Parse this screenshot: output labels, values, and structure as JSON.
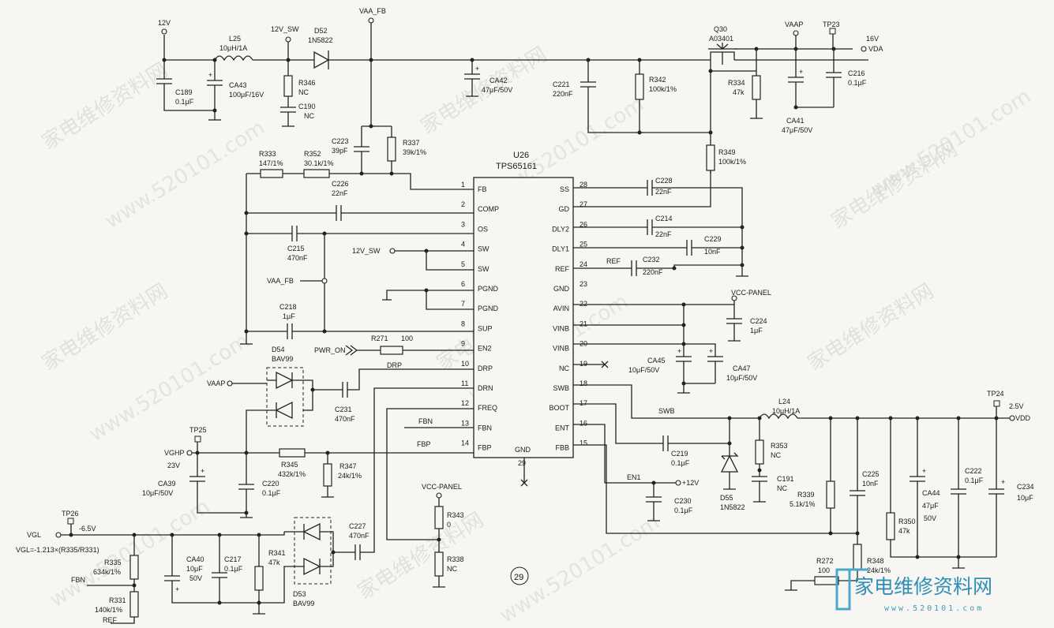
{
  "watermark": {
    "cn": "家电维修资料网",
    "url": "www.520101.com",
    "logo_cn": "家电维修资料网",
    "logo_url": "www.520101.com"
  },
  "page_number": "29",
  "ic": {
    "ref": "U26",
    "part": "TPS65161",
    "gnd_label": "GND",
    "gnd_pin": "29",
    "left_pins": [
      {
        "num": "1",
        "name": "FB"
      },
      {
        "num": "2",
        "name": "COMP"
      },
      {
        "num": "3",
        "name": "OS"
      },
      {
        "num": "4",
        "name": "SW"
      },
      {
        "num": "5",
        "name": "SW"
      },
      {
        "num": "6",
        "name": "PGND"
      },
      {
        "num": "7",
        "name": "PGND"
      },
      {
        "num": "8",
        "name": "SUP"
      },
      {
        "num": "9",
        "name": "EN2"
      },
      {
        "num": "10",
        "name": "DRP"
      },
      {
        "num": "11",
        "name": "DRN"
      },
      {
        "num": "12",
        "name": "FREQ"
      },
      {
        "num": "13",
        "name": "FBN"
      },
      {
        "num": "14",
        "name": "FBP"
      }
    ],
    "right_pins": [
      {
        "num": "28",
        "name": "SS"
      },
      {
        "num": "27",
        "name": "GD"
      },
      {
        "num": "26",
        "name": "DLY2"
      },
      {
        "num": "25",
        "name": "DLY1"
      },
      {
        "num": "24",
        "name": "REF"
      },
      {
        "num": "23",
        "name": "GND"
      },
      {
        "num": "22",
        "name": "AVIN"
      },
      {
        "num": "21",
        "name": "VINB"
      },
      {
        "num": "20",
        "name": "VINB"
      },
      {
        "num": "19",
        "name": "NC"
      },
      {
        "num": "18",
        "name": "SWB"
      },
      {
        "num": "17",
        "name": "BOOT"
      },
      {
        "num": "16",
        "name": "ENT"
      },
      {
        "num": "15",
        "name": "FBB"
      }
    ]
  },
  "nets": {
    "v12": "12V",
    "v12_sw": "12V_SW",
    "vaa_fb": "VAA_FB",
    "vaap": "VAAP",
    "tp23": "TP23",
    "v16": "16V",
    "vda": "VDA",
    "vcc_panel": "VCC-PANEL",
    "vcc_panel2": "VCC-PANEL",
    "pwr_on": "PWR_ON",
    "drp": "DRP",
    "fbn": "FBN",
    "fbp": "FBP",
    "swb": "SWB",
    "en1": "EN1",
    "plus12": "+12V",
    "tp24": "TP24",
    "v25": "2.5V",
    "vdd": "VDD",
    "tp25": "TP25",
    "vghp": "VGHP",
    "v23": "23V",
    "tp26": "TP26",
    "vgl": "VGL",
    "vgl_val": "-6.5V",
    "vgl_formula": "VGL=-1.213×(R335/R331)",
    "fbn2": "FBN",
    "ref2": "REF",
    "ref3": "REF",
    "vaa_fb2": "VAA_FB",
    "sw12b": "12V_SW",
    "vaap2": "VAAP"
  },
  "parts": {
    "L25": [
      "L25",
      "10μH/1A"
    ],
    "D52": [
      "D52",
      "1N5822"
    ],
    "C189": [
      "C189",
      "0.1μF"
    ],
    "CA43": [
      "CA43",
      "100μF/16V"
    ],
    "R346": [
      "R346",
      "NC"
    ],
    "C190": [
      "C190",
      "NC"
    ],
    "CA42": [
      "CA42",
      "47μF/50V"
    ],
    "C221": [
      "C221",
      "220nF"
    ],
    "R342": [
      "R342",
      "100k/1%"
    ],
    "Q30": [
      "Q30",
      "A03401"
    ],
    "R334": [
      "R334",
      "47k"
    ],
    "CA41": [
      "CA41",
      "47μF/50V"
    ],
    "C216": [
      "C216",
      "0.1μF"
    ],
    "R349": [
      "R349",
      "100k/1%"
    ],
    "C223": [
      "C223",
      "39pF"
    ],
    "R337": [
      "R337",
      "39k/1%"
    ],
    "R333": [
      "R333",
      "147/1%"
    ],
    "R352": [
      "R352",
      "30.1k/1%"
    ],
    "C226": [
      "C226",
      "22nF"
    ],
    "C215": [
      "C215",
      "470nF"
    ],
    "C218": [
      "C218",
      "1μF"
    ],
    "R271": [
      "R271",
      "100"
    ],
    "D54": [
      "D54",
      "BAV99"
    ],
    "C231": [
      "C231",
      "470nF"
    ],
    "R345": [
      "R345",
      "432k/1%"
    ],
    "R347": [
      "R347",
      "24k/1%"
    ],
    "CA39": [
      "CA39",
      "10μF/50V"
    ],
    "C220": [
      "C220",
      "0.1μF"
    ],
    "C228": [
      "C228",
      "22nF"
    ],
    "C214": [
      "C214",
      "22nF"
    ],
    "C229": [
      "C229",
      "10nF"
    ],
    "C232": [
      "C232",
      "220nF"
    ],
    "C224": [
      "C224",
      "1μF"
    ],
    "CA45": [
      "CA45",
      "10μF/50V"
    ],
    "CA47": [
      "CA47",
      "10μF/50V"
    ],
    "L24": [
      "L24",
      "10μH/1A"
    ],
    "C219": [
      "C219",
      "0.1μF"
    ],
    "R353": [
      "R353",
      "NC"
    ],
    "C191": [
      "C191",
      "NC"
    ],
    "D55": [
      "D55",
      "1N5822"
    ],
    "C230": [
      "C230",
      "0.1μF"
    ],
    "R339": [
      "R339",
      "5.1k/1%"
    ],
    "C225": [
      "C225",
      "10nF"
    ],
    "R350": [
      "R350",
      "47k"
    ],
    "CA44": [
      "CA44",
      "47μF",
      "50V"
    ],
    "C222": [
      "C222",
      "0.1μF"
    ],
    "C234": [
      "C234",
      "10μF"
    ],
    "R272": [
      "R272",
      "100"
    ],
    "R348": [
      "R348",
      "24k/1%"
    ],
    "R343": [
      "R343",
      "0"
    ],
    "R338": [
      "R338",
      "NC"
    ],
    "C227": [
      "C227",
      "470nF"
    ],
    "D53": [
      "D53",
      "BAV99"
    ],
    "R341": [
      "R341",
      "47k"
    ],
    "C217": [
      "C217",
      "0.1μF"
    ],
    "CA40": [
      "CA40",
      "10μF",
      "50V"
    ],
    "R335": [
      "R335",
      "634k/1%"
    ],
    "R331": [
      "R331",
      "140k/1%"
    ]
  }
}
